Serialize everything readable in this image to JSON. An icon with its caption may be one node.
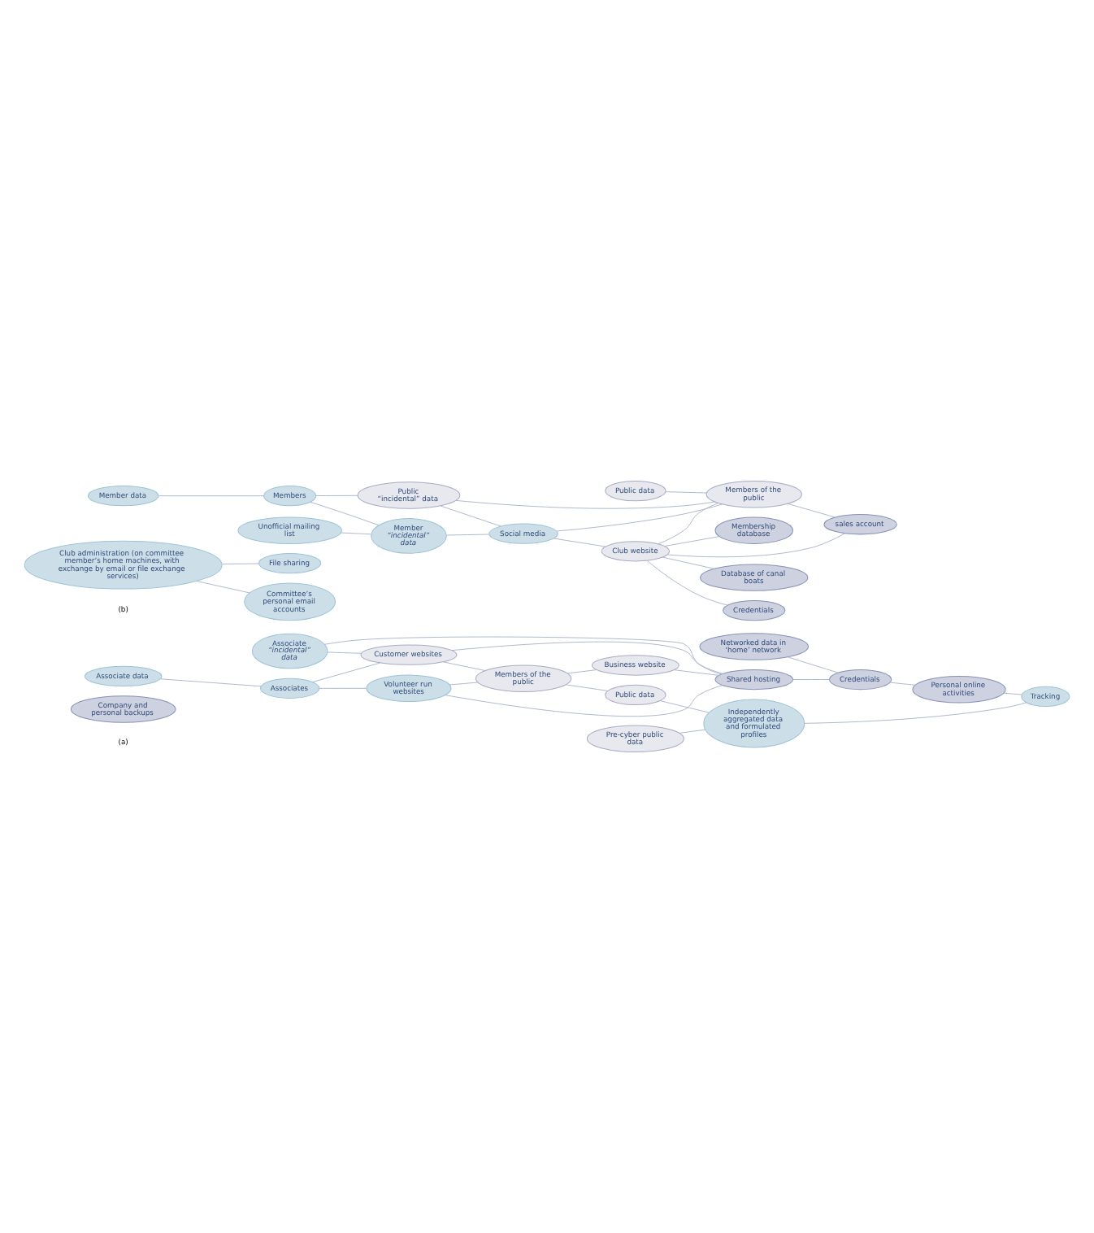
{
  "diagram": {
    "nodes": [
      {
        "text": [
          "Associate data"
        ]
      },
      {
        "text": [
          "Associates"
        ]
      },
      {
        "text": [
          "Members of the public"
        ]
      },
      {
        "text": [
          "Customer websites"
        ]
      },
      {
        "text": [
          "Volunteer run websites"
        ]
      },
      {
        "text": [
          "Associate *“incidental” data*"
        ]
      },
      {
        "text": [
          "Public data"
        ]
      },
      {
        "text": [
          "Business website"
        ]
      },
      {
        "text": [
          "Shared hosting"
        ]
      },
      {
        "text": [
          "Independently aggregated data and formulated profiles"
        ]
      },
      {
        "text": [
          "Networked data in ‘home’ network"
        ]
      },
      {
        "text": [
          "Pre-cyber public data"
        ]
      },
      {
        "text": [
          "Credentials"
        ]
      },
      {
        "text": [
          "Company and personal backups"
        ]
      },
      {
        "text": [
          "Personal online activities"
        ]
      },
      {
        "text": [
          "Tracking"
        ]
      },
      {
        "text": [
          "Member data"
        ]
      },
      {
        "text": [
          "Members"
        ]
      },
      {
        "text": [
          "Public “incidental” data"
        ]
      },
      {
        "text": [
          "Public data"
        ]
      },
      {
        "text": [
          "Unofficial mailing list"
        ]
      },
      {
        "text": [
          "Member *“incidental” data*"
        ]
      },
      {
        "text": [
          "Members of the public"
        ]
      },
      {
        "text": [
          "Social media"
        ]
      },
      {
        "text": [
          "Club administration (on committee member’s home machines, with exchange by email or file exchange services)"
        ]
      },
      {
        "text": [
          "Club website"
        ]
      },
      {
        "text": [
          "sales account"
        ]
      },
      {
        "text": [
          "Membership database"
        ]
      },
      {
        "text": [
          "Credentials"
        ]
      },
      {
        "text": [
          "Database of canal boats"
        ]
      },
      {
        "text": [
          "Committee’s personal email accounts"
        ]
      },
      {
        "text": [
          "File sharing"
        ]
      }
    ],
    "edges": [
      {
        "from": 0,
        "to": 1,
        "arrow": "none"
      },
      {
        "from": 1,
        "to": 3,
        "arrow": "none"
      },
      {
        "from": 1,
        "to": 4,
        "arrow": "none"
      },
      {
        "from": 3,
        "to": 2,
        "arrow": "none"
      },
      {
        "from": 4,
        "to": 2,
        "arrow": "none"
      },
      {
        "from": 5,
        "to": 3,
        "arrow": "none"
      },
      {
        "from": 5,
        "to": 8,
        "arrow": "none"
      },
      {
        "from": 3,
        "to": 8,
        "arrow": "none"
      },
      {
        "from": 4,
        "to": 8,
        "arrow": "none"
      },
      {
        "from": 7,
        "to": 8,
        "arrow": "none"
      },
      {
        "from": 2,
        "to": 7,
        "arrow": "none"
      },
      {
        "from": 2,
        "to": 6,
        "arrow": "none"
      },
      {
        "from": 6,
        "to": 9,
        "arrow": "none"
      },
      {
        "from": 11,
        "to": 9,
        "arrow": "none"
      },
      {
        "from": 9,
        "to": 15,
        "arrow": "none"
      },
      {
        "from": 8,
        "to": 12,
        "arrow": "none"
      },
      {
        "from": 10,
        "to": 12,
        "arrow": "none"
      },
      {
        "from": 12,
        "to": 14,
        "arrow": "none"
      },
      {
        "from": 14,
        "to": 15,
        "arrow": "none"
      },
      {
        "from": 16,
        "to": 17,
        "arrow": "none"
      },
      {
        "from": 17,
        "to": 21,
        "arrow": "none"
      },
      {
        "from": 17,
        "to": 18,
        "arrow": "none"
      },
      {
        "from": 20,
        "to": 21,
        "arrow": "none"
      },
      {
        "from": 21,
        "to": 23,
        "arrow": "none"
      },
      {
        "from": 18,
        "to": 23,
        "arrow": "none"
      },
      {
        "from": 18,
        "to": 22,
        "arrow": "none"
      },
      {
        "from": 19,
        "to": 22,
        "arrow": "none"
      },
      {
        "from": 23,
        "to": 22,
        "arrow": "none"
      },
      {
        "from": 23,
        "to": 25,
        "arrow": "none"
      },
      {
        "from": 25,
        "to": 22,
        "arrow": "none"
      },
      {
        "from": 22,
        "to": 26,
        "arrow": "none"
      },
      {
        "from": 25,
        "to": 26,
        "arrow": "none"
      },
      {
        "from": 25,
        "to": 27,
        "arrow": "none"
      },
      {
        "from": 25,
        "to": 28,
        "arrow": "none"
      },
      {
        "from": 25,
        "to": 29,
        "arrow": "none"
      },
      {
        "from": 24,
        "to": 30,
        "arrow": "none"
      },
      {
        "from": 24,
        "to": 31,
        "arrow": "none"
      }
    ],
    "labels": [
      "(a)",
      "(b)"
    ]
  }
}
